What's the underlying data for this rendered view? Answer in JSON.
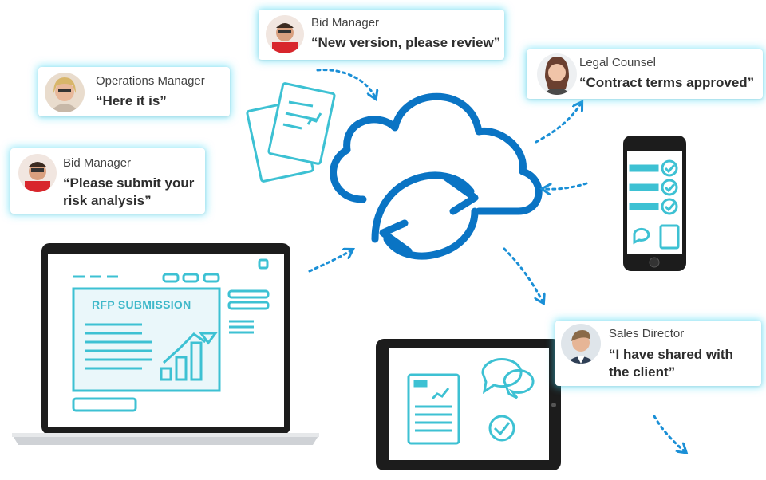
{
  "messages": [
    {
      "role": "Bid Manager",
      "quote": "“New version, please review”",
      "avatar": "bid-manager"
    },
    {
      "role": "Operations Manager",
      "quote": "“Here it is”",
      "avatar": "operations-manager"
    },
    {
      "role": "Bid Manager",
      "quote": "“Please submit your risk analysis”",
      "avatar": "bid-manager"
    },
    {
      "role": "Legal Counsel",
      "quote": "“Contract terms approved”",
      "avatar": "legal-counsel"
    },
    {
      "role": "Sales Director",
      "quote": "“I have shared with the client”",
      "avatar": "sales-director"
    }
  ],
  "laptop": {
    "doc_title": "RFP SUBMISSION"
  },
  "colors": {
    "cloud": "#0a74c4",
    "accent": "#3dc1d3",
    "glow": "#3cd7f5",
    "arrow": "#1a8fd6"
  },
  "icons": [
    "cloud-sync-icon",
    "documents-icon",
    "smartphone-icon",
    "tablet-icon",
    "laptop-icon",
    "dotted-arrow-icon"
  ]
}
